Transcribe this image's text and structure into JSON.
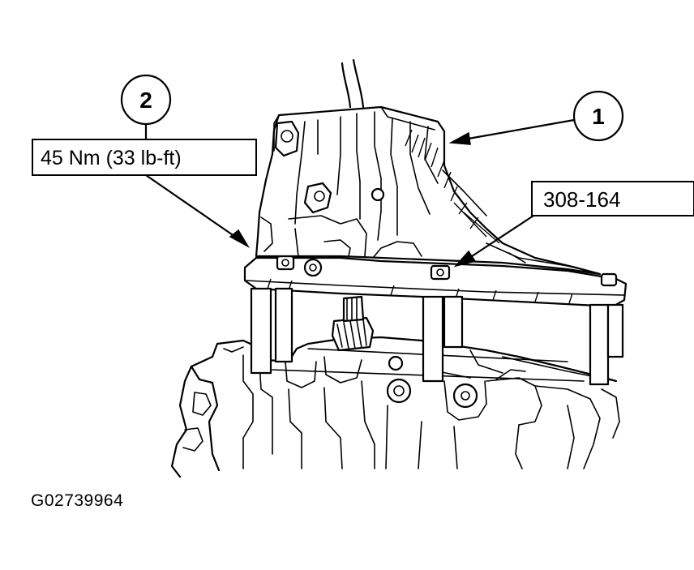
{
  "callouts": [
    {
      "number": "1"
    },
    {
      "number": "2"
    }
  ],
  "torque_label": "45 Nm (33 lb-ft)",
  "tool_label": "308-164",
  "figure_id": "G02739964"
}
